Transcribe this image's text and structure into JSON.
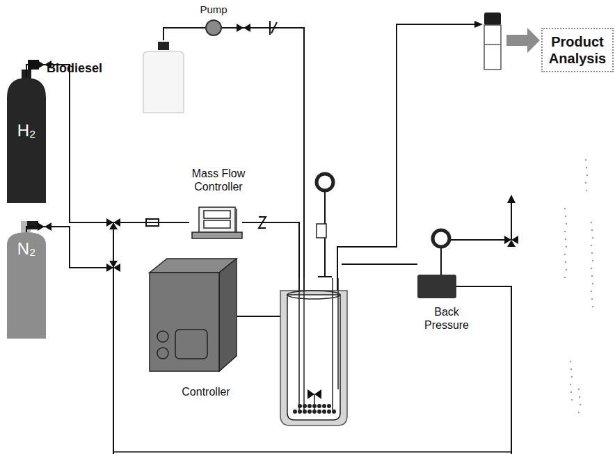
{
  "diagram": {
    "nodes": [
      {
        "text": [
          "Pump"
        ]
      },
      {
        "text": [
          "Biodiesel"
        ]
      },
      {
        "text": [
          "H₂"
        ]
      },
      {
        "text": [
          "N₂"
        ]
      },
      {
        "text": [
          "Mass Flow Controller"
        ]
      },
      {
        "text": [
          "Product Analysis"
        ]
      },
      {
        "text": [
          "Back Pressure"
        ]
      },
      {
        "text": [
          "Controller"
        ]
      }
    ],
    "edges": [
      {
        "from": 1,
        "to": 0,
        "arrow": "none"
      },
      {
        "from": 2,
        "to": 4,
        "arrow": "none"
      },
      {
        "from": 3,
        "to": 4,
        "arrow": "none"
      }
    ]
  }
}
